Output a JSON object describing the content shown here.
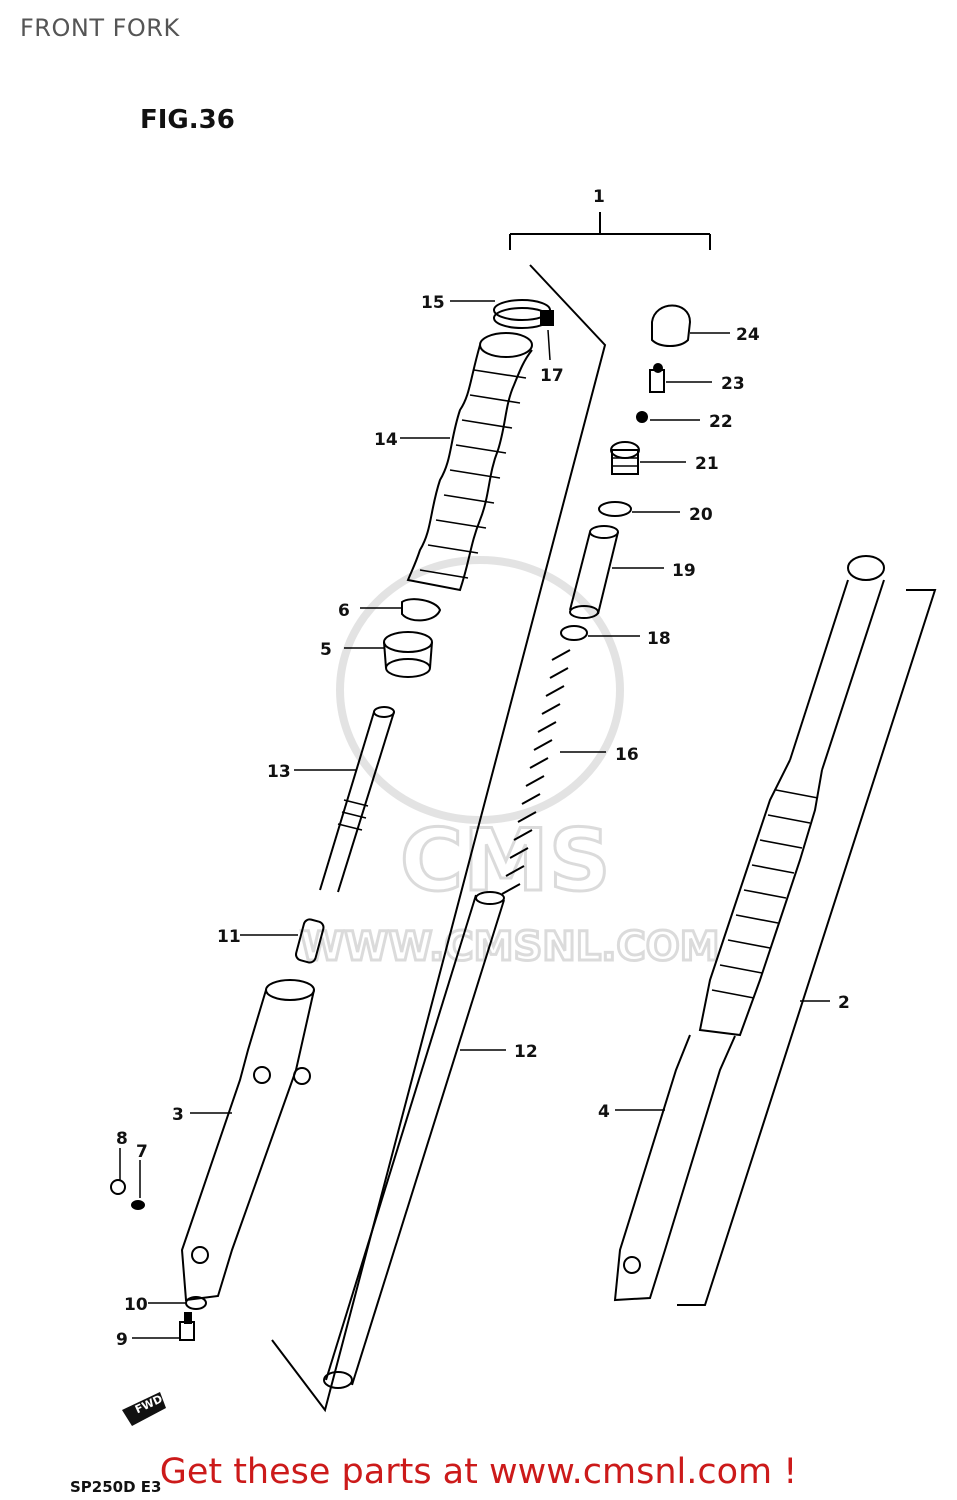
{
  "page_title": "FRONT FORK",
  "figure_label": "FIG.36",
  "model_code": "SP250D E3",
  "watermark": {
    "brand": "CMS",
    "url": "WWW.CMSNL.COM"
  },
  "arrow_label": "FWD",
  "call_to_action": "Get these parts at www.cmsnl.com !",
  "callouts": [
    "1",
    "2",
    "3",
    "4",
    "5",
    "6",
    "7",
    "8",
    "9",
    "10",
    "11",
    "12",
    "13",
    "14",
    "15",
    "16",
    "17",
    "18",
    "19",
    "20",
    "21",
    "22",
    "23",
    "24"
  ]
}
